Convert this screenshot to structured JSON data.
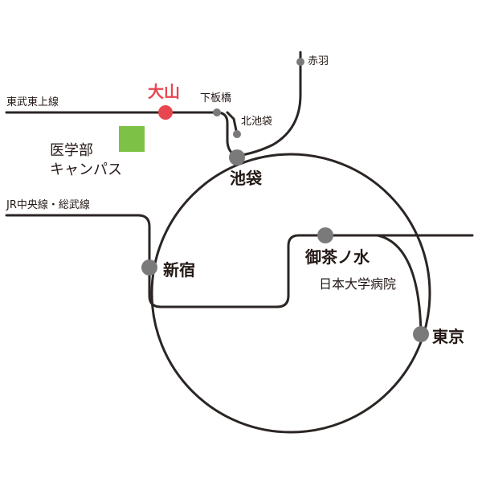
{
  "lines": {
    "tobu_tojo": "東武東上線",
    "jr_chuo_sobu": "JR中央線・総武線"
  },
  "stations": {
    "oyama": "大山",
    "shimoitabashi": "下板橋",
    "kitaikebukuro": "北池袋",
    "akabane": "赤羽",
    "ikebukuro": "池袋",
    "shinjuku": "新宿",
    "ochanomizu": "御茶ノ水",
    "tokyo": "東京"
  },
  "places": {
    "campus_line1": "医学部",
    "campus_line2": "キャンパス",
    "hospital": "日本大学病院"
  },
  "colors": {
    "line": "#2b2624",
    "station_marker": "#7a7a7a",
    "highlight_station": "#e8464f",
    "campus": "#7dc146"
  }
}
